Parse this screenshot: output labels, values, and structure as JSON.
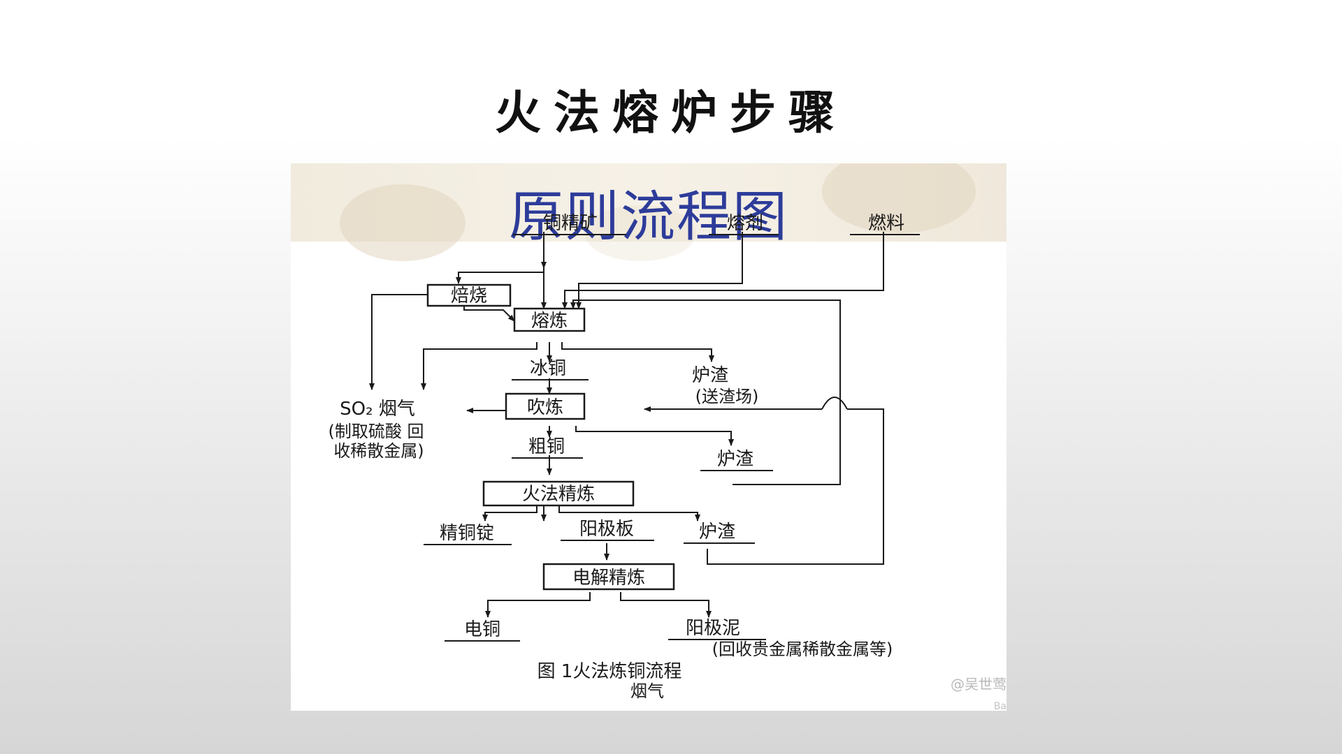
{
  "slide": {
    "title": "火法熔炉步骤"
  },
  "figure": {
    "header_title": "原则流程图",
    "nodes": {
      "copper_concentrate": "铜精矿",
      "flux": "熔剂",
      "fuel": "燃料",
      "roasting": "焙烧",
      "smelting": "熔炼",
      "matte": "冰铜",
      "slag_1": "炉渣",
      "slag_1_note": "(送渣场)",
      "so2_gas": "SO₂ 烟气",
      "so2_note_1": "(制取硫酸 回",
      "so2_note_2": "收稀散金属)",
      "converting": "吹炼",
      "blister_copper": "粗铜",
      "slag_2": "炉渣",
      "fire_refining": "火法精炼",
      "refined_ingot": "精铜锭",
      "anode_plate": "阳极板",
      "slag_3": "炉渣",
      "electrorefining": "电解精炼",
      "cathode_copper": "电铜",
      "anode_slime": "阳极泥",
      "anode_slime_note": "(回收贵金属稀散金属等)"
    },
    "caption": "图 1火法炼铜流程",
    "caption_extra": "烟气",
    "watermark": "@吴世莺",
    "watermark_2": "Ba"
  }
}
